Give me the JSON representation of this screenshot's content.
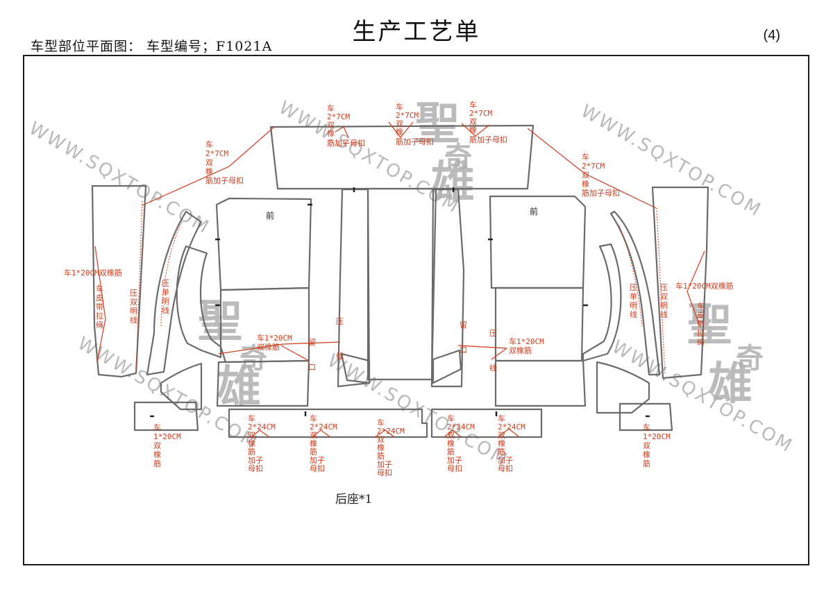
{
  "header": {
    "title": "生产工艺单",
    "subtitle": "车型部位平面图：   车型编号；F1021A",
    "page_number": "(4)"
  },
  "watermark": {
    "url": "WWW.SQXTOP.COM",
    "brand": [
      "聖",
      "奇",
      "雄"
    ]
  },
  "labels": {
    "front": "前",
    "rear_seat": "后座*1"
  },
  "annotations": {
    "top_left_flap": [
      "车",
      "2*7CM",
      "双",
      "橡",
      "筋加子母扣"
    ],
    "top_right_flap": [
      "车",
      "2*7CM",
      "双",
      "橡",
      "筋加子母扣"
    ],
    "top_panel_1": [
      "车",
      "2*7CM",
      "双",
      "橡",
      "筋加子母扣"
    ],
    "top_panel_2": [
      "车",
      "2*7CM",
      "双",
      "橡",
      "筋加子母扣"
    ],
    "top_panel_3": [
      "车",
      "2*7CM",
      "双",
      "橡",
      "筋加子母扣"
    ],
    "side_left_elastic": "车1*20CM双橡筋",
    "side_right_elastic": "车1*20CM双橡筋",
    "side_left_cord": [
      "车",
      "皮",
      "带",
      "拉",
      "绳"
    ],
    "side_right_cord": [
      "车",
      "皮",
      "带",
      "拉",
      "绳"
    ],
    "press_double_left": [
      "压",
      "双",
      "明",
      "线"
    ],
    "press_double_right": [
      "压",
      "双",
      "明",
      "线"
    ],
    "press_single_left": [
      "压",
      "单",
      "明",
      "线"
    ],
    "press_single_right": [
      "压",
      "单",
      "明",
      "线"
    ],
    "center_left_elastic": [
      "车1*20CM",
      "双橡筋"
    ],
    "center_right_elastic": [
      "车1*20CM",
      "双橡筋"
    ],
    "leave_open_left": [
      "留",
      "口"
    ],
    "leave_open_right": [
      "留",
      "口"
    ],
    "press_line_left": [
      "压",
      "线"
    ],
    "press_line_right": [
      "压",
      "线"
    ],
    "bottom_corner_left": [
      "车",
      "1*20CM",
      "双",
      "橡",
      "筋"
    ],
    "bottom_corner_right": [
      "车",
      "1*20CM",
      "双",
      "橡",
      "筋"
    ],
    "bottom_strip": [
      [
        "车",
        "2*24CM",
        "双",
        "橡",
        "筋",
        "加子",
        "母扣"
      ],
      [
        "车",
        "2*24CM",
        "双",
        "橡",
        "筋",
        "加子",
        "母扣"
      ],
      [
        "车",
        "2*24CM",
        "双",
        "橡",
        "筋",
        "加子",
        "母扣"
      ],
      [
        "车",
        "2*24CM",
        "双",
        "橡",
        "筋",
        "加子",
        "母扣"
      ],
      [
        "车",
        "2*24CM",
        "双",
        "橡",
        "筋",
        "加子",
        "母扣"
      ]
    ]
  },
  "colors": {
    "annotation": "#d23a1a",
    "outline": "#6a6a6a",
    "frame": "#1a1a1a",
    "watermark": "#b9b9b9"
  }
}
